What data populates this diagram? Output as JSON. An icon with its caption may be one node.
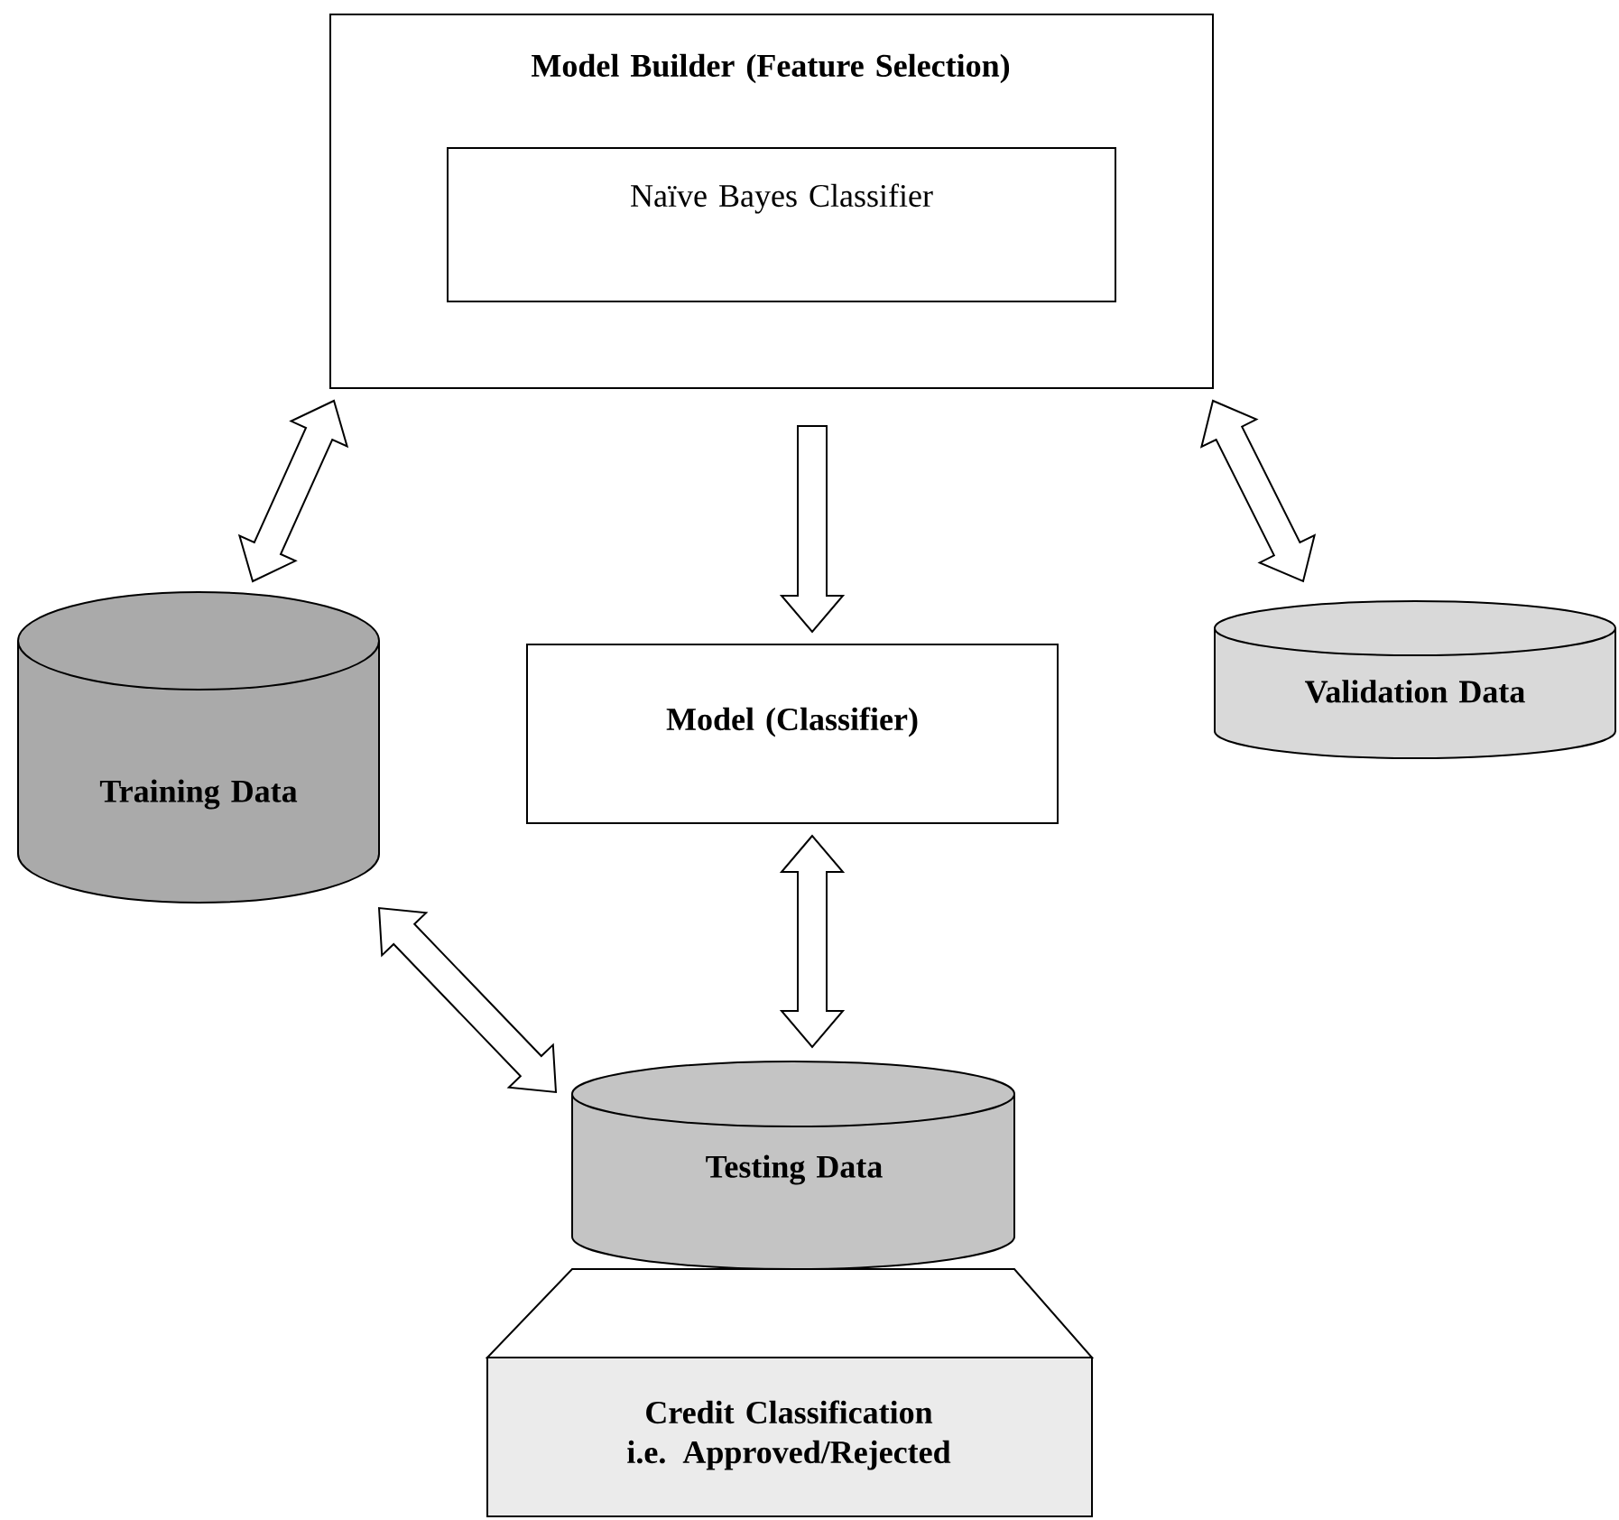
{
  "diagram": {
    "nodes": [
      {
        "text": [
          "Model Builder (Feature Selection)"
        ]
      },
      {
        "text": [
          "Naïve Bayes Classifier"
        ],
        "in": 0
      },
      {
        "text": [
          "Training Data"
        ]
      },
      {
        "text": [
          "Model (Classifier)"
        ]
      },
      {
        "text": [
          "Validation Data"
        ]
      },
      {
        "text": [
          "Testing Data"
        ]
      },
      {
        "text": [
          "Credit Classification i.e. Approved/Rejected"
        ]
      }
    ],
    "edges": [
      {
        "from": 0,
        "to": 2,
        "arrow": "both"
      },
      {
        "from": 0,
        "to": 3,
        "arrow": "to"
      },
      {
        "from": 0,
        "to": 4,
        "arrow": "both"
      },
      {
        "from": 3,
        "to": 5,
        "arrow": "both"
      },
      {
        "from": 2,
        "to": 5,
        "arrow": "both"
      }
    ]
  }
}
